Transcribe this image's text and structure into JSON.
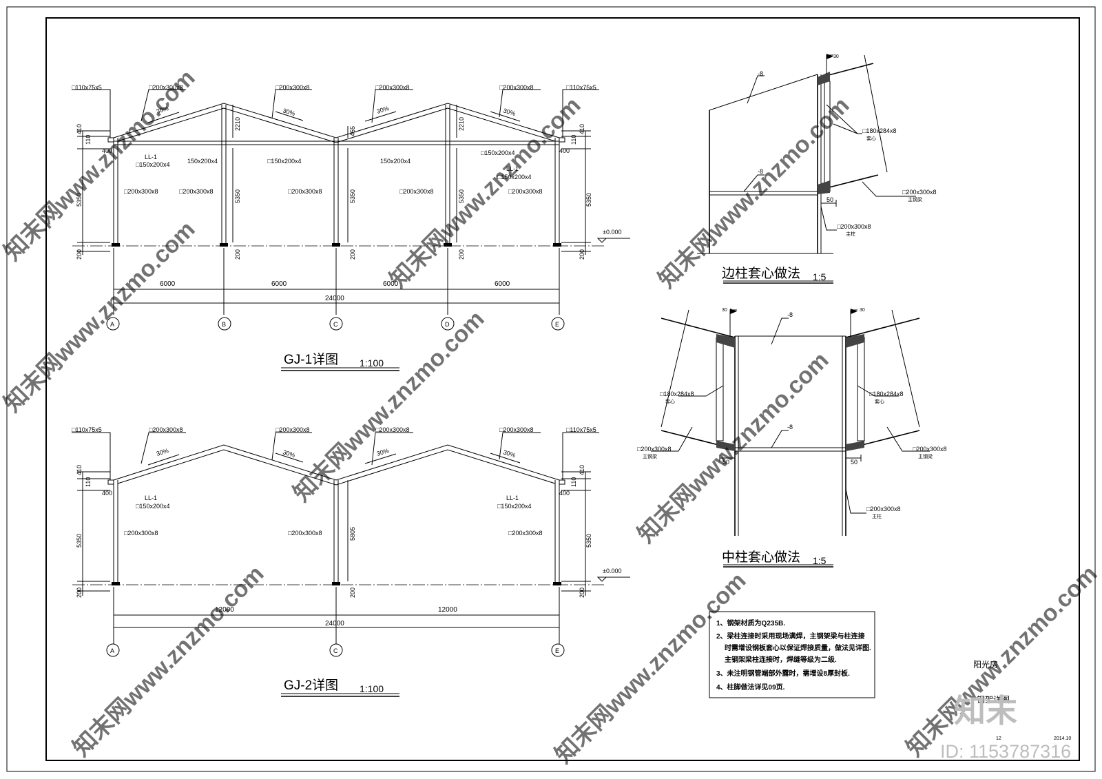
{
  "gj1": {
    "title": "GJ-1详图",
    "scale": "1:100",
    "axes": [
      "A",
      "B",
      "C",
      "D",
      "E"
    ],
    "bay_dims": [
      "6000",
      "6000",
      "6000",
      "6000"
    ],
    "total_dim": "24000",
    "labels": {
      "purlin": "□110x75x5",
      "rafter": "□200x300x8",
      "slope": "30%",
      "column": "□200x300x8",
      "tie_beam": "150x200x4",
      "tie_beam_box": "□150x200x4",
      "ll": "LL-1",
      "ll_sec": "□150x200x4"
    },
    "dims": {
      "h410": "410",
      "h110": "110",
      "h400": "400",
      "h5350": "5350",
      "h200": "200",
      "h2210": "2210",
      "h455": "455",
      "elev": "±0.000"
    }
  },
  "gj2": {
    "title": "GJ-2详图",
    "scale": "1:100",
    "axes": [
      "A",
      "C",
      "E"
    ],
    "bay_dims": [
      "12000",
      "12000"
    ],
    "total_dim": "24000",
    "labels": {
      "purlin": "□110x75x5",
      "rafter": "□200x300x8",
      "slope": "30%",
      "column": "□200x300x8",
      "ll": "LL-1",
      "ll_sec": "□150x200x4"
    },
    "dims": {
      "h410": "410",
      "h110": "110",
      "h400": "400",
      "h5350": "5350",
      "h5805": "5805",
      "h200": "200",
      "elev": "±0.000"
    }
  },
  "edge_detail": {
    "title": "边柱套心做法",
    "scale": "1:5",
    "labels": {
      "plate": "-8",
      "sleeve": "□180x284x8",
      "sleeve_note": "套心",
      "beam": "□200x300x8",
      "beam_note": "主钢梁",
      "column": "□200x300x8",
      "column_note": "主柱",
      "dim50": "50",
      "weld": "30"
    }
  },
  "mid_detail": {
    "title": "中柱套心做法",
    "scale": "1:5",
    "labels": {
      "plate": "-8",
      "sleeve": "□180x284x8",
      "sleeve_note": "套心",
      "beam": "□200x300x8",
      "beam_note": "主钢梁",
      "column": "□200x300x8",
      "column_note": "主柱",
      "dim50": "50",
      "weld": "30"
    }
  },
  "notes": [
    "1、钢架材质为Q235B.",
    "2、梁柱连接时采用现场满焊，主钢架梁与柱连接",
    "时需增设钢板套心以保证焊接质量，做法见详图.",
    "主钢架梁柱连接时，焊缝等级为二级.",
    "3、未注明钢管端部外露时，需增设8厚封板.",
    "4、柱脚做法详见09页."
  ],
  "title_block": {
    "project": "阳光房",
    "drawing": "钢架详图",
    "page": "12",
    "date": "2014.10"
  },
  "watermark": {
    "site": "知末网www.znzmo.com",
    "brand": "知末",
    "id": "ID: 1153787316"
  }
}
